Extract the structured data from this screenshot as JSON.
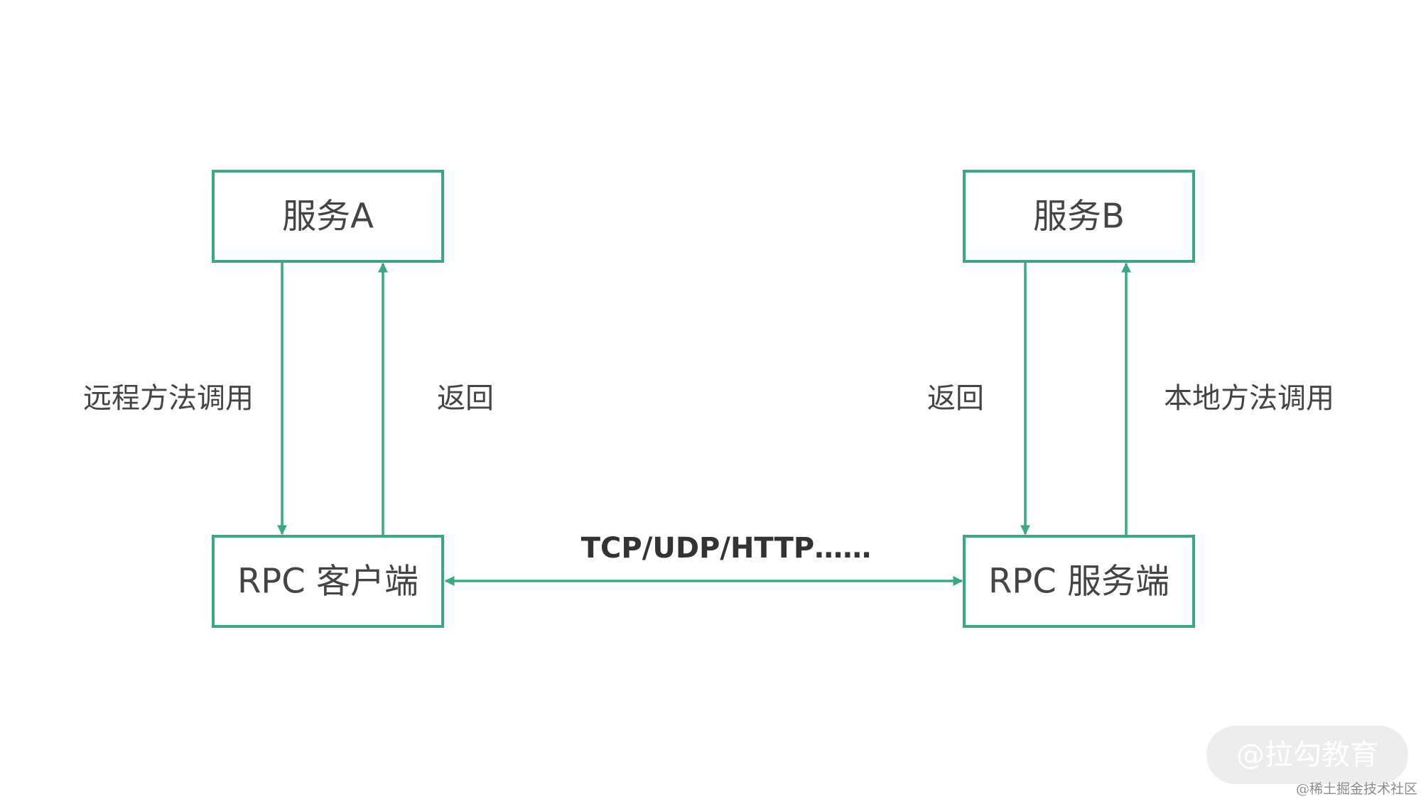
{
  "nodes": {
    "service_a": "服务A",
    "service_b": "服务B",
    "rpc_client": "RPC 客户端",
    "rpc_server": "RPC 服务端"
  },
  "edges": {
    "remote_call": "远程方法调用",
    "return_a": "返回",
    "return_b": "返回",
    "local_call": "本地方法调用",
    "protocol": "TCP/UDP/HTTP……"
  },
  "watermark": {
    "brand": "@拉勾教育",
    "community": "@稀土掘金技术社区"
  },
  "colors": {
    "accent": "#3aa887",
    "text": "#444444"
  }
}
